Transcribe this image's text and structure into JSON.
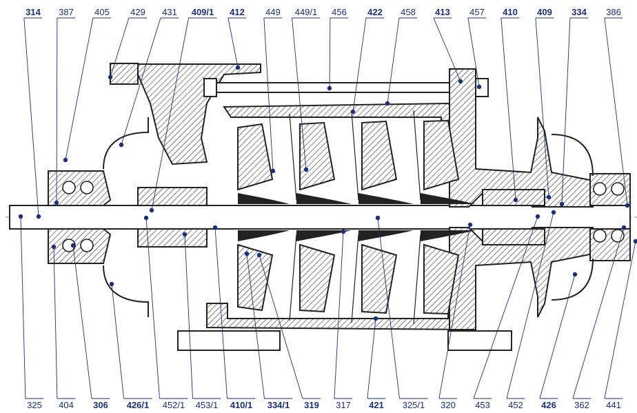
{
  "drawing": {
    "labels_top": [
      {
        "text": "314",
        "bold": true
      },
      {
        "text": "387",
        "bold": false
      },
      {
        "text": "405",
        "bold": false
      },
      {
        "text": "429",
        "bold": false
      },
      {
        "text": "431",
        "bold": false
      },
      {
        "text": "409/1",
        "bold": true
      },
      {
        "text": "412",
        "bold": true
      },
      {
        "text": "449",
        "bold": false
      },
      {
        "text": "449/1",
        "bold": false
      },
      {
        "text": "456",
        "bold": false
      },
      {
        "text": "422",
        "bold": true
      },
      {
        "text": "458",
        "bold": false
      },
      {
        "text": "413",
        "bold": true
      },
      {
        "text": "457",
        "bold": false
      },
      {
        "text": "410",
        "bold": true
      },
      {
        "text": "409",
        "bold": true
      },
      {
        "text": "334",
        "bold": true
      },
      {
        "text": "386",
        "bold": false
      }
    ],
    "labels_bottom": [
      {
        "text": "325",
        "bold": false
      },
      {
        "text": "404",
        "bold": false
      },
      {
        "text": "306",
        "bold": true
      },
      {
        "text": "426/1",
        "bold": true
      },
      {
        "text": "452/1",
        "bold": false
      },
      {
        "text": "453/1",
        "bold": false
      },
      {
        "text": "410/1",
        "bold": true
      },
      {
        "text": "334/1",
        "bold": true
      },
      {
        "text": "319",
        "bold": true
      },
      {
        "text": "317",
        "bold": false
      },
      {
        "text": "421",
        "bold": true
      },
      {
        "text": "325/1",
        "bold": false
      },
      {
        "text": "320",
        "bold": false
      },
      {
        "text": "453",
        "bold": false
      },
      {
        "text": "452",
        "bold": false
      },
      {
        "text": "426",
        "bold": true
      },
      {
        "text": "362",
        "bold": false
      },
      {
        "text": "441",
        "bold": false
      }
    ]
  }
}
